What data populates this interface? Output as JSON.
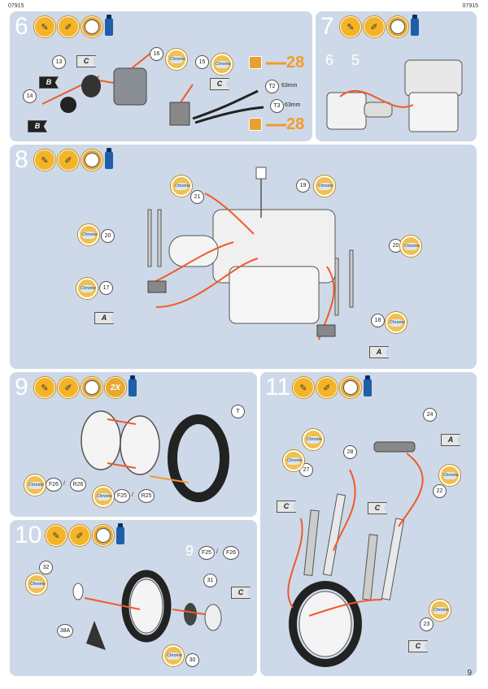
{
  "header": {
    "left_code": "07915",
    "right_code": "07915"
  },
  "page_number": "9",
  "icons": {
    "chrome": "Chrome",
    "paint": "Special",
    "glue": "glue-icon",
    "brush": "brush-icon",
    "clock": "clock-icon"
  },
  "step6": {
    "number": "6",
    "parts": [
      "13",
      "14",
      "15",
      "16"
    ],
    "flag_c": "C",
    "flag_b": "B",
    "t2_label": "T2",
    "t2_length": "63mm",
    "t3_label": "T3",
    "t3_length": "63mm",
    "page_ref": "28"
  },
  "step7": {
    "number": "7",
    "label_6": "6",
    "label_5": "5"
  },
  "step8": {
    "number": "8",
    "parts": [
      "19",
      "21",
      "20",
      "17",
      "20",
      "18"
    ],
    "flag_a": "A"
  },
  "step9": {
    "number": "9",
    "times": "2X",
    "label_t": "T",
    "f26": "F26",
    "r26": "R26",
    "f25": "F25",
    "r25": "R25",
    "sep": "/"
  },
  "step10": {
    "number": "10",
    "parts": [
      "32",
      "31",
      "30",
      "38A"
    ],
    "ref_9": "9",
    "f25": "F25",
    "f26": "F26",
    "sep": "/",
    "flag_c": "C"
  },
  "step11": {
    "number": "11",
    "parts": [
      "24",
      "28",
      "27",
      "22",
      "23"
    ],
    "flag_a": "A",
    "flag_c": "C"
  }
}
